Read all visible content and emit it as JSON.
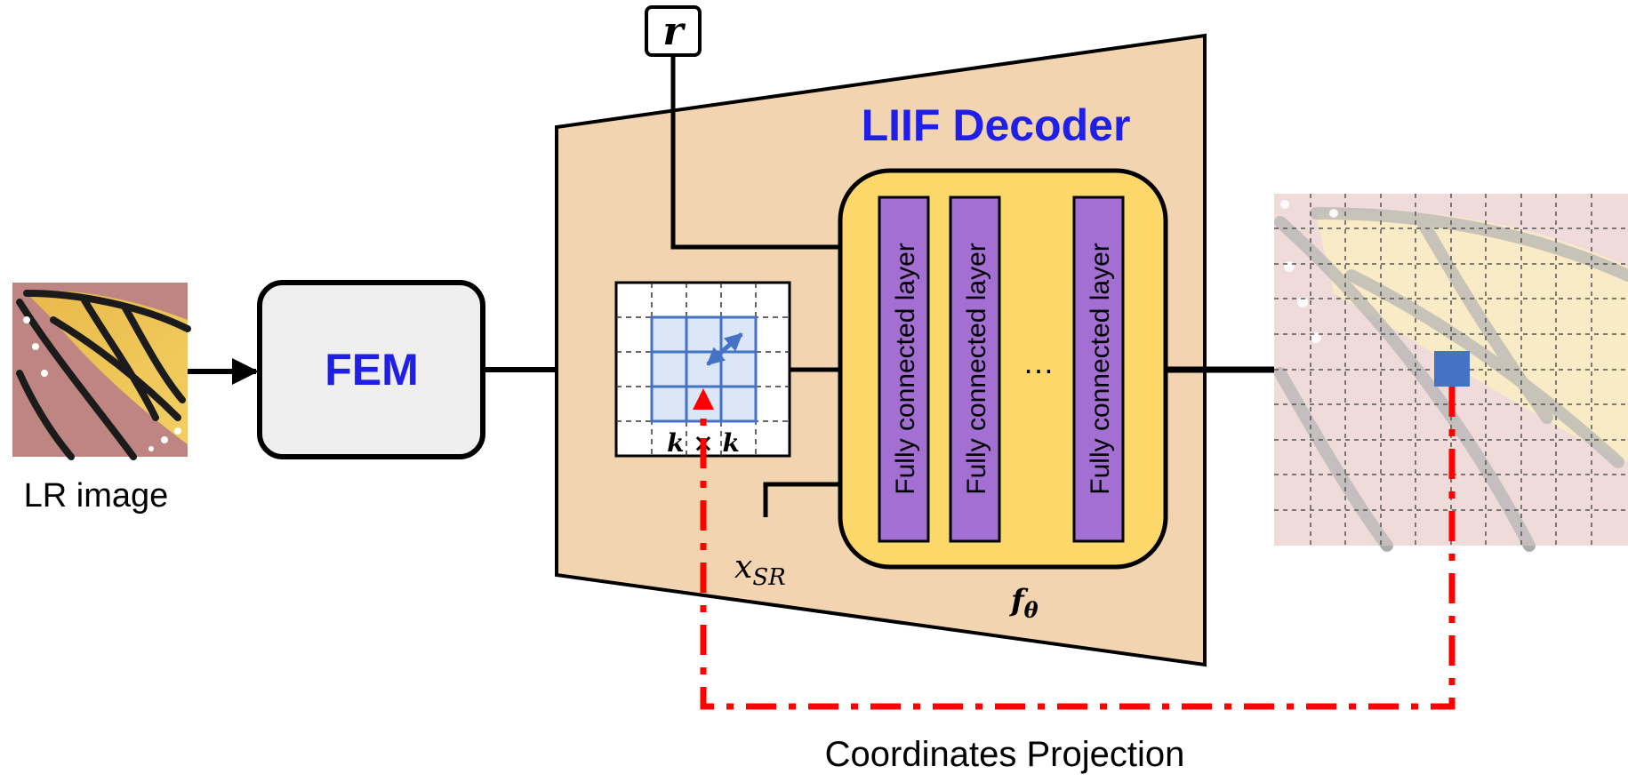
{
  "labels": {
    "lr_image": "LR image",
    "fem": "FEM",
    "decoder_title": "LIIF Decoder",
    "r_input": "r",
    "kernel": "k × k",
    "x_sr": "x",
    "x_sr_sub": "SR",
    "f_theta": "f",
    "f_theta_sub": "θ",
    "ellipsis": "…",
    "coordinates_projection": "Coordinates Projection"
  },
  "fc_layers": [
    "Fully connected layer",
    "Fully connected layer",
    "Fully connected layer"
  ],
  "colors": {
    "decoder_fill": "#f2d4b0",
    "mlp_fill": "#fcd769",
    "fc_fill": "#a36fd3",
    "title_blue": "#1f1fe6",
    "grid_blue": "#4472c4",
    "grid_fill": "#dbe7f6",
    "red_dash": "#ff0000",
    "fem_fill": "#efefef"
  }
}
